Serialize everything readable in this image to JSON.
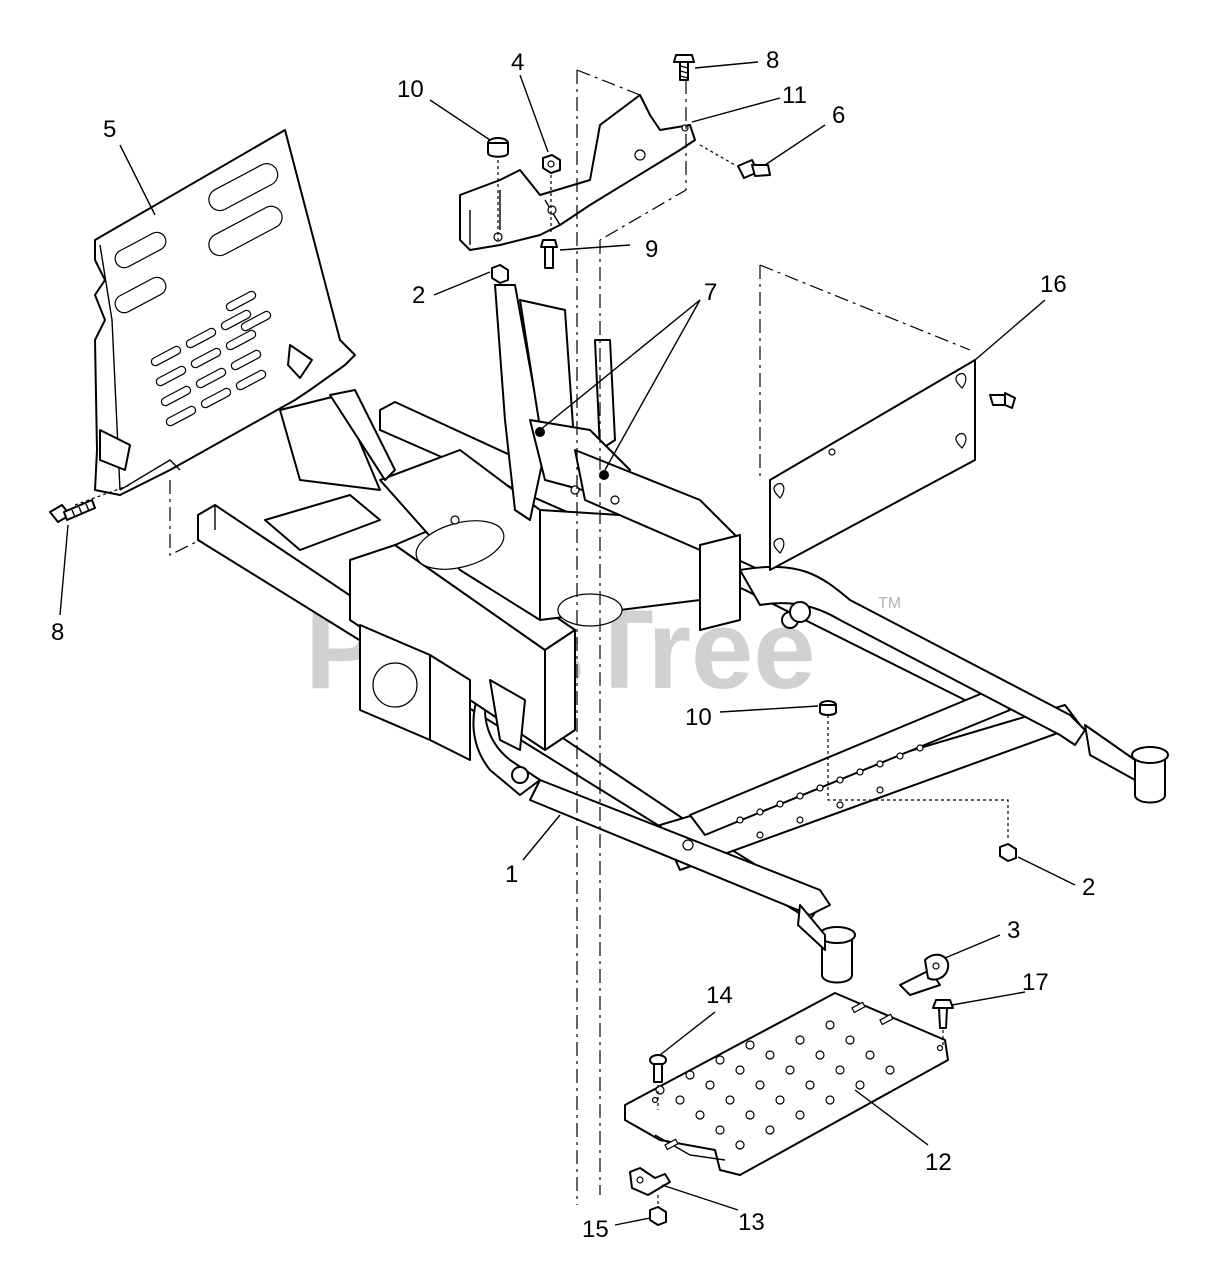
{
  "watermark": {
    "text": "PartsTree",
    "trademark": "TM"
  },
  "callouts": [
    {
      "id": "c1",
      "label": "1"
    },
    {
      "id": "c2a",
      "label": "2"
    },
    {
      "id": "c2b",
      "label": "2"
    },
    {
      "id": "c3",
      "label": "3"
    },
    {
      "id": "c4",
      "label": "4"
    },
    {
      "id": "c5",
      "label": "5"
    },
    {
      "id": "c6",
      "label": "6"
    },
    {
      "id": "c7",
      "label": "7"
    },
    {
      "id": "c8a",
      "label": "8"
    },
    {
      "id": "c8b",
      "label": "8"
    },
    {
      "id": "c9",
      "label": "9"
    },
    {
      "id": "c10a",
      "label": "10"
    },
    {
      "id": "c10b",
      "label": "10"
    },
    {
      "id": "c11",
      "label": "11"
    },
    {
      "id": "c12",
      "label": "12"
    },
    {
      "id": "c13",
      "label": "13"
    },
    {
      "id": "c14",
      "label": "14"
    },
    {
      "id": "c15",
      "label": "15"
    },
    {
      "id": "c16",
      "label": "16"
    },
    {
      "id": "c17",
      "label": "17"
    }
  ]
}
